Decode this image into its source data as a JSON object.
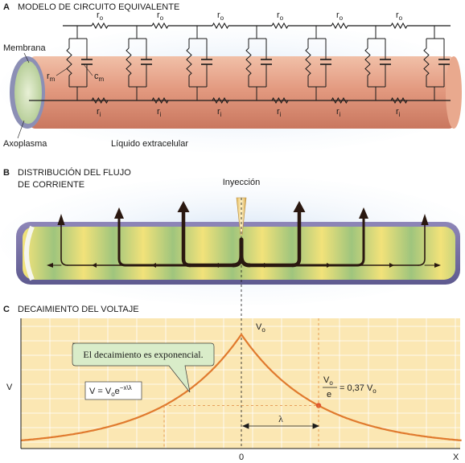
{
  "panel_a": {
    "letter": "A",
    "title": "MODELO DE CIRCUITO EQUIVALENTE",
    "membrana": "Membrana",
    "axoplasma": "Axoplasma",
    "liquido": "Líquido extracelular",
    "ro_main": "r",
    "ro_sub": "o",
    "ri_main": "r",
    "ri_sub": "i",
    "rm_main": "r",
    "rm_sub": "m",
    "cm_main": "c",
    "cm_sub": "m"
  },
  "panel_b": {
    "letter": "B",
    "title_line1": "DISTRIBUCIÓN DEL FLUJO",
    "title_line2": "DE CORRIENTE",
    "injection": "Inyección"
  },
  "panel_c": {
    "letter": "C",
    "title": "DECAIMIENTO DEL VOLTAJE",
    "callout": "El decaimiento es exponencial.",
    "eq_v": "V = V",
    "eq_o": "o",
    "eq_e": "e",
    "eq_exp": "−x\\λ",
    "peak_v": "V",
    "peak_o": "o",
    "frac_num_v": "V",
    "frac_num_o": "o",
    "frac_den": "e",
    "frac_rhs_pre": "= 0,37 V",
    "frac_rhs_o": "o",
    "lambda": "λ",
    "y_axis": "V",
    "x_axis": "X",
    "x_zero": "0"
  },
  "colors": {
    "panel_c_bg": "#fbe7b3",
    "curve": "#e07a2e",
    "callout_bg": "#d9ecc9",
    "axon_pink": "#e7a38a",
    "axon_inner": "#cfe0a8",
    "glow": "#a9c6e8"
  },
  "chart_data": {
    "type": "line",
    "title": "DECAIMIENTO DEL VOLTAJE",
    "xlabel": "X",
    "ylabel": "V",
    "x_ticks": [
      "0"
    ],
    "equation": "V = Vo e^(−x/λ)",
    "annotations": [
      "El decaimiento es exponencial.",
      "Vo/e = 0,37 Vo",
      "λ"
    ],
    "series": [
      {
        "values_relative": [
          0.047,
          0.062,
          0.084,
          0.114,
          0.155,
          0.21,
          0.285,
          0.387,
          0.526,
          0.714,
          0.97,
          1.0,
          0.97,
          0.714,
          0.526,
          0.387,
          0.285,
          0.21,
          0.155,
          0.114,
          0.084,
          0.062,
          0.047
        ],
        "x_in_lambda": [
          -3.06,
          -2.78,
          -2.48,
          -2.17,
          -1.86,
          -1.56,
          -1.25,
          -0.95,
          -0.64,
          -0.34,
          -0.03,
          0,
          0.03,
          0.34,
          0.64,
          0.95,
          1.25,
          1.56,
          1.86,
          2.17,
          2.48,
          2.78,
          3.06
        ]
      }
    ]
  }
}
